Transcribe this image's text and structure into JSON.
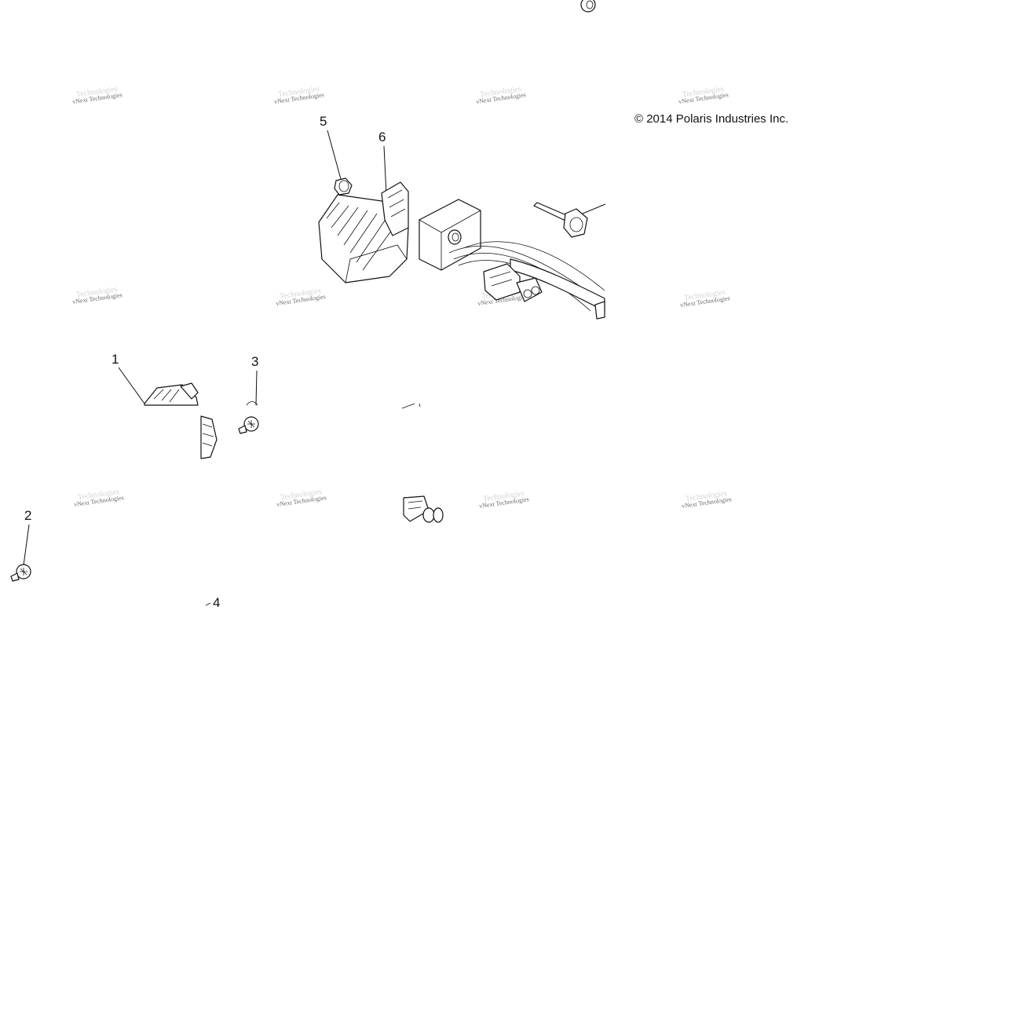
{
  "diagram": {
    "copyright": "© 2014 Polaris Industries Inc.",
    "watermark": "vNext Technologies",
    "callouts": [
      {
        "id": "1",
        "label": "1"
      },
      {
        "id": "2",
        "label": "2"
      },
      {
        "id": "3",
        "label": "3"
      },
      {
        "id": "4",
        "label": "4"
      },
      {
        "id": "5",
        "label": "5"
      },
      {
        "id": "6",
        "label": "6"
      }
    ],
    "parts": [
      {
        "name": "regulator-rectifier-assembly"
      },
      {
        "name": "wire-harness-connectors"
      },
      {
        "name": "flange-bolt"
      },
      {
        "name": "flange-nut"
      },
      {
        "name": "screw-2"
      },
      {
        "name": "screw-3"
      }
    ]
  }
}
